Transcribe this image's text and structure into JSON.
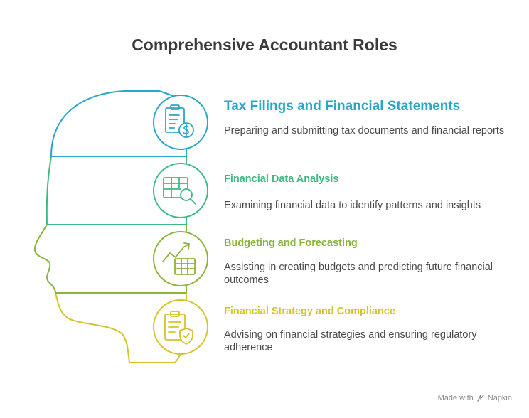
{
  "title": "Comprehensive Accountant Roles",
  "items": [
    {
      "title": "Tax Filings and Financial Statements",
      "description": "Preparing and submitting tax documents and financial reports",
      "color": "#2aa6c7",
      "icon": "tax-document-icon"
    },
    {
      "title": "Financial Data Analysis",
      "description": "Examining financial data to identify patterns and insights",
      "color": "#3dba84",
      "icon": "spreadsheet-search-icon"
    },
    {
      "title": "Budgeting and Forecasting",
      "description": "Assisting in creating budgets and predicting future financial outcomes",
      "color": "#8bb43a",
      "icon": "growth-chart-icon"
    },
    {
      "title": "Financial Strategy and Compliance",
      "description": "Advising on financial strategies and ensuring regulatory adherence",
      "color": "#d4c42a",
      "icon": "clipboard-shield-icon"
    }
  ],
  "footer": {
    "made_with": "Made with",
    "brand": "Napkin"
  }
}
